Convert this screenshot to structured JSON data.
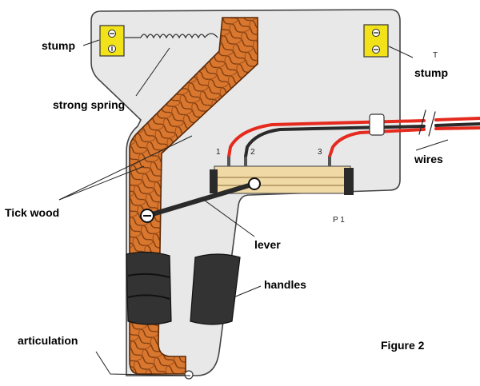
{
  "labels": {
    "stump_left": "stump",
    "stump_right": "stump",
    "strong_spring": "strong spring",
    "tick_wood": "Tick wood",
    "lever": "lever",
    "handles": "handles",
    "articulation": "articulation",
    "wires": "wires",
    "figure": "Figure 2"
  },
  "terminals": {
    "t1": "1",
    "t2": "2",
    "t3": "3",
    "p1": "P 1",
    "t": "T"
  },
  "colors": {
    "body": "#e8e8e8",
    "wood": "#d9772f",
    "grip": "#333333",
    "wire_red": "#e52a1e",
    "wire_black": "#2a2a2a",
    "stump": "#f2e21a",
    "resistor": "#f1d9a6"
  }
}
